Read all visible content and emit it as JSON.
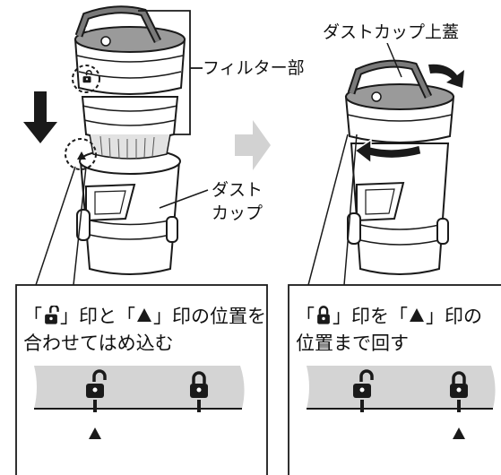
{
  "labels": {
    "filter_section": "フィルター部",
    "dust_cup_top_lid": "ダストカップ上蓋",
    "dust_cup_line1": "ダスト",
    "dust_cup_line2": "カップ"
  },
  "left_callout": {
    "line1_a": "「",
    "line1_b": "」印と「",
    "line1_c": "」印の位置を",
    "line2": "合わせてはめ込む"
  },
  "right_callout": {
    "line1_a": "「",
    "line1_b": "」印を「",
    "line1_c": "」印の",
    "line2": "位置まで回す"
  },
  "icons": [
    "unlocked-padlock-icon",
    "locked-padlock-icon",
    "triangle-marker-icon",
    "down-arrow-icon",
    "rotate-arrow-icon"
  ],
  "colors": {
    "ink": "#1a1a1a",
    "band_gray": "#d4d4d4",
    "step_arrow": "#d2d2d2",
    "body_gray": "#8a8a8a"
  }
}
